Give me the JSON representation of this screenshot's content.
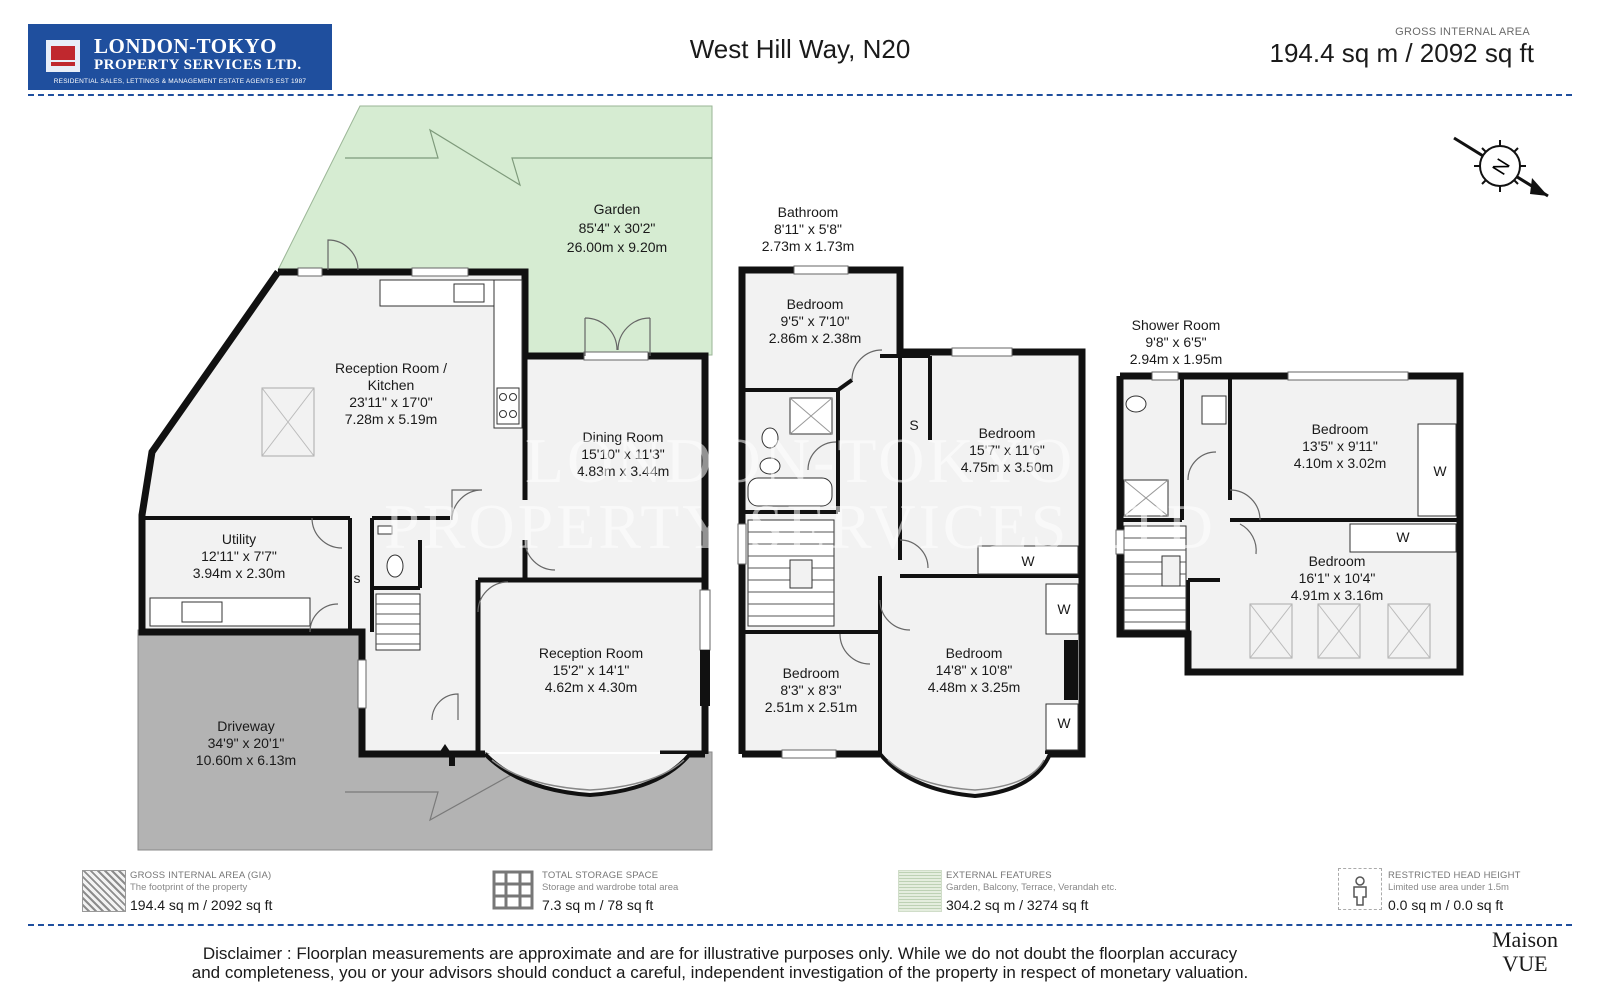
{
  "header": {
    "logo_line1": "LONDON-TOKYO",
    "logo_line2": "PROPERTY SERVICES LTD.",
    "logo_line3": "RESIDENTIAL SALES, LETTINGS & MANAGEMENT ESTATE AGENTS EST 1987",
    "title": "West Hill Way, N20",
    "gia_label": "GROSS INTERNAL AREA",
    "gia_value": "194.4 sq m / 2092 sq ft"
  },
  "compass": {
    "letter": "N",
    "icon": "compass-rose-icon"
  },
  "watermark": {
    "line1": "LONDON-TOKYO",
    "line2": "PROPERTY SERVICES LTD"
  },
  "rooms": {
    "garden": [
      "Garden",
      "85'4\" x 30'2\"",
      "26.00m x 9.20m"
    ],
    "reception_kitchen": [
      "Reception Room /",
      "Kitchen",
      "23'11\" x 17'0\"",
      "7.28m x 5.19m"
    ],
    "dining": [
      "Dining Room",
      "15'10\" x 11'3\"",
      "4.83m x 3.44m"
    ],
    "utility": [
      "Utility",
      "12'11\" x 7'7\"",
      "3.94m x 2.30m"
    ],
    "reception": [
      "Reception Room",
      "15'2\" x 14'1\"",
      "4.62m x 4.30m"
    ],
    "driveway": [
      "Driveway",
      "34'9\" x 20'1\"",
      "10.60m x 6.13m"
    ],
    "bathroom": [
      "Bathroom",
      "8'11\" x 5'8\"",
      "2.73m x 1.73m"
    ],
    "bed1": [
      "Bedroom",
      "9'5\" x 7'10\"",
      "2.86m x 2.38m"
    ],
    "bed2": [
      "Bedroom",
      "15'7\" x 11'6\"",
      "4.75m x 3.50m"
    ],
    "bed3": [
      "Bedroom",
      "8'3\" x 8'3\"",
      "2.51m x 2.51m"
    ],
    "bed4": [
      "Bedroom",
      "14'8\" x 10'8\"",
      "4.48m x 3.25m"
    ],
    "shower": [
      "Shower Room",
      "9'8\" x 6'5\"",
      "2.94m x 1.95m"
    ],
    "bed5": [
      "Bedroom",
      "13'5\" x 9'11\"",
      "4.10m x 3.02m"
    ],
    "bed6": [
      "Bedroom",
      "16'1\" x 10'4\"",
      "4.91m x 3.16m"
    ]
  },
  "markers": {
    "storage": "S",
    "wardrobe": "W",
    "small_s": "s"
  },
  "legend": [
    {
      "title": "GROSS INTERNAL AREA (GIA)",
      "sub": "The footprint of the property",
      "value": "194.4 sq m / 2092 sq ft"
    },
    {
      "title": "TOTAL STORAGE SPACE",
      "sub": "Storage and wardrobe total area",
      "value": "7.3 sq m / 78 sq ft"
    },
    {
      "title": "EXTERNAL FEATURES",
      "sub": "Garden, Balcony, Terrace, Verandah etc.",
      "value": "304.2 sq m / 3274 sq ft"
    },
    {
      "title": "RESTRICTED HEAD HEIGHT",
      "sub": "Limited use area under 1.5m",
      "value": "0.0 sq m / 0.0 sq ft"
    }
  ],
  "footer": {
    "disclaimer_line1": "Disclaimer : Floorplan measurements are approximate and are for illustrative purposes only. While we do not doubt the floorplan accuracy",
    "disclaimer_line2": "and completeness, you or your advisors should conduct a careful, independent investigation of the property in respect of monetary valuation.",
    "brand_line1": "Maison",
    "brand_line2": "VUE"
  },
  "colors": {
    "brand_blue": "#1f4f9e",
    "garden": "#d6ecd2",
    "driveway": "#b3b3b3",
    "floor": "#f2f2f2",
    "wall": "#111111"
  }
}
